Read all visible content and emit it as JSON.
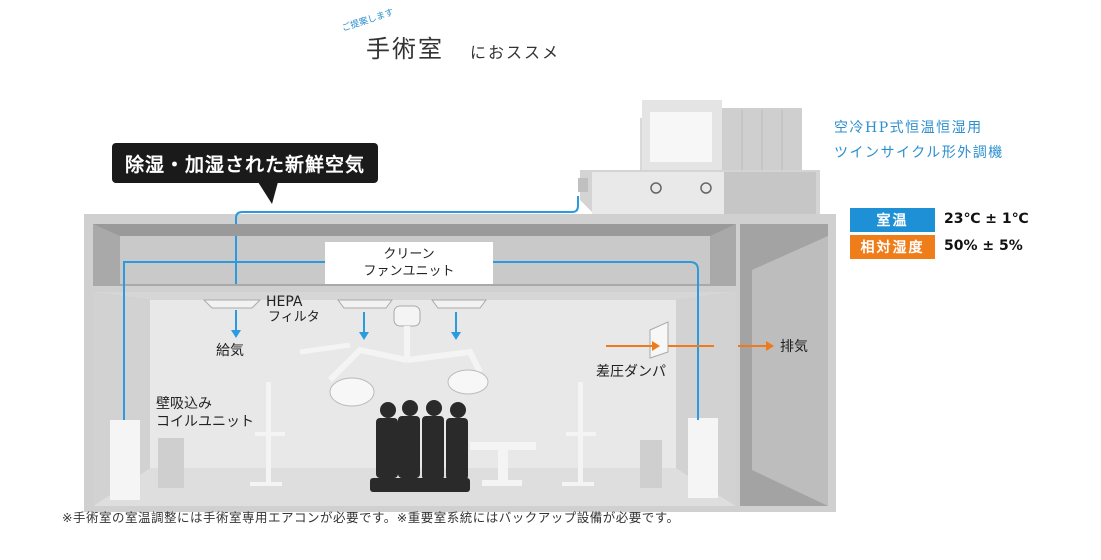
{
  "title": {
    "small": "ご提案します",
    "main": "手術室",
    "rest": "におススメ"
  },
  "bubble_text": "除湿・加湿された新鮮空気",
  "unit_name": [
    "空冷HP式恒温恒湿用",
    "ツインサイクル形外調機"
  ],
  "specs": [
    {
      "label": "室温",
      "value": "23℃ ± 1℃",
      "color": "#1e90d6"
    },
    {
      "label": "相対湿度",
      "value": "50% ± 5%",
      "color": "#ef7d1a"
    }
  ],
  "labels": {
    "clean_fan_unit": [
      "クリーン",
      "ファンユニット"
    ],
    "hepa": "HEPA",
    "filter": "フィルタ",
    "supply": "給気",
    "wall_coil": [
      "壁吸込み",
      "コイルユニット"
    ],
    "damper": "差圧ダンパ",
    "exhaust": "排気"
  },
  "footnote": "※手術室の室温調整には手術室専用エアコンが必要です。※重要室系統にはバックアップ設備が必要です。",
  "colors": {
    "air_blue": "#2b9be0",
    "exhaust_orange": "#ee7a1c",
    "building_gray": "#bdbdbd",
    "room_light": "#e6e6e6",
    "bubble_bg": "#1a1a1a"
  }
}
